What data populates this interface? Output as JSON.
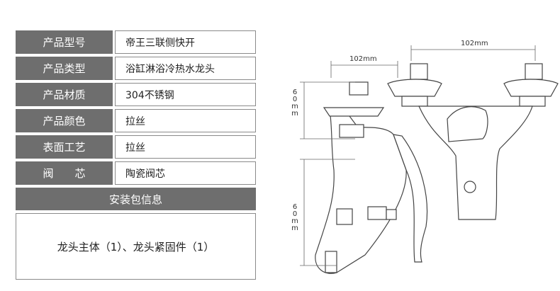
{
  "specs": [
    {
      "label": "产品型号",
      "value": "帝王三联侧快开"
    },
    {
      "label": "产品类型",
      "value": "浴缸淋浴冷热水龙头"
    },
    {
      "label": "产品材质",
      "value": "304不锈钢"
    },
    {
      "label": "产品颜色",
      "value": "拉丝"
    },
    {
      "label": "表面工艺",
      "value": "拉丝"
    },
    {
      "label": "阀　　芯",
      "value": "陶瓷阀芯"
    }
  ],
  "install": {
    "title": "安装包信息",
    "content": "龙头主体（1）、龙头紧固件（1）"
  },
  "diagram": {
    "dim_side_top": "102mm",
    "dim_front_top": "102mm",
    "dim_upper_height": "60mm",
    "dim_lower_height": "60mm"
  }
}
